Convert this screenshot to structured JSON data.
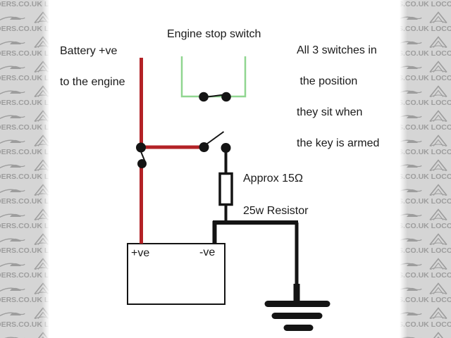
{
  "watermark": {
    "left_text": "DERS.CO.UK  LOC",
    "right_text": "S.CO.UK  LOCOST",
    "row_count": 15,
    "bg_color": "#d5d5d5",
    "text_color": "#9d9d9d"
  },
  "labels": {
    "title": "Engine stop switch",
    "battery_line1": "Battery +ve",
    "battery_line2": "to the engine",
    "note_line1": "All 3 switches in",
    "note_line2": " the position",
    "note_line3": "they sit when",
    "note_line4": "the key is armed",
    "resistor_line1": "Approx 15Ω",
    "resistor_line2": "25w Resistor"
  },
  "box": {
    "pos_label": "+ve",
    "neg_label": "-ve"
  },
  "colors": {
    "wire_red": "#b32226",
    "wire_green": "#90d690",
    "wire_black": "#141414"
  }
}
